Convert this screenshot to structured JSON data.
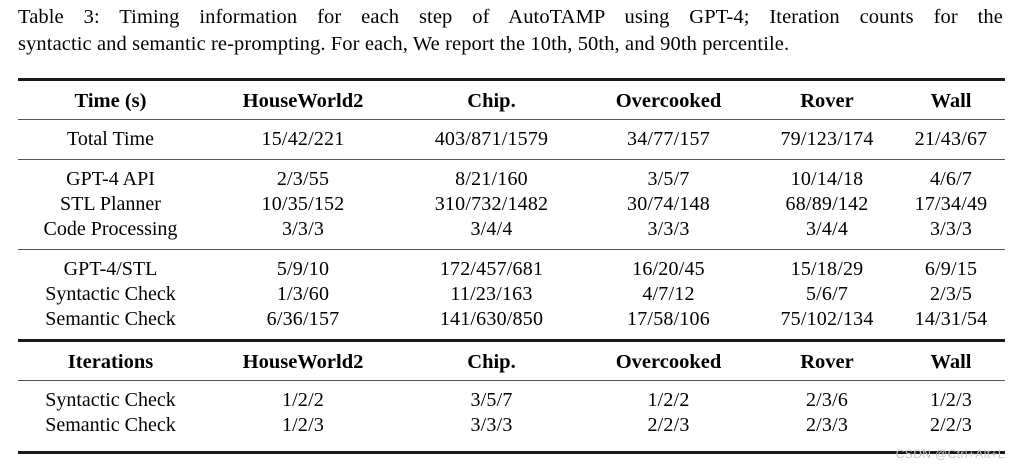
{
  "caption": {
    "line1": "Table 3: Timing information for each step of AutoTAMP using GPT-4; Iteration counts for the",
    "line2": "syntactic and semantic re-prompting. For each, We report the 10th, 50th, and 90th percentile."
  },
  "table": {
    "section_timing": {
      "headers": [
        "Time (s)",
        "HouseWorld2",
        "Chip.",
        "Overcooked",
        "Rover",
        "Wall"
      ],
      "block1": [
        {
          "label": "Total Time",
          "values": [
            "15/42/221",
            "403/871/1579",
            "34/77/157",
            "79/123/174",
            "21/43/67"
          ]
        }
      ],
      "block2": [
        {
          "label": "GPT-4 API",
          "values": [
            "2/3/55",
            "8/21/160",
            "3/5/7",
            "10/14/18",
            "4/6/7"
          ]
        },
        {
          "label": "STL Planner",
          "values": [
            "10/35/152",
            "310/732/1482",
            "30/74/148",
            "68/89/142",
            "17/34/49"
          ]
        },
        {
          "label": "Code Processing",
          "values": [
            "3/3/3",
            "3/4/4",
            "3/3/3",
            "3/4/4",
            "3/3/3"
          ]
        }
      ],
      "block3": [
        {
          "label": "GPT-4/STL",
          "values": [
            "5/9/10",
            "172/457/681",
            "16/20/45",
            "15/18/29",
            "6/9/15"
          ]
        },
        {
          "label": "Syntactic Check",
          "values": [
            "1/3/60",
            "11/23/163",
            "4/7/12",
            "5/6/7",
            "2/3/5"
          ]
        },
        {
          "label": "Semantic Check",
          "values": [
            "6/36/157",
            "141/630/850",
            "17/58/106",
            "75/102/134",
            "14/31/54"
          ]
        }
      ]
    },
    "section_iterations": {
      "headers": [
        "Iterations",
        "HouseWorld2",
        "Chip.",
        "Overcooked",
        "Rover",
        "Wall"
      ],
      "rows": [
        {
          "label": "Syntactic Check",
          "values": [
            "1/2/2",
            "3/5/7",
            "1/2/2",
            "2/3/6",
            "1/2/3"
          ]
        },
        {
          "label": "Semantic Check",
          "values": [
            "1/2/3",
            "3/3/3",
            "2/2/3",
            "2/3/3",
            "2/2/3"
          ]
        }
      ]
    }
  },
  "watermark": {
    "text": "CSDN @Ctrl+Alt+L"
  }
}
